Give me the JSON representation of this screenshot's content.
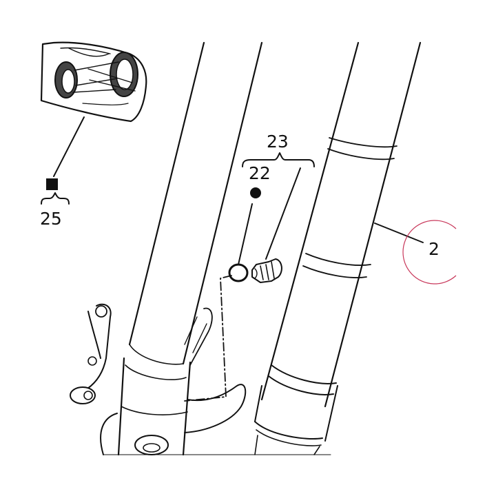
{
  "callouts": [
    {
      "id": "22",
      "text": "22",
      "marker": "filled-circle-bullet"
    },
    {
      "id": "23",
      "text": "23",
      "marker": "bracket"
    },
    {
      "id": "25",
      "text": "25",
      "marker": "filled-square-bullet"
    },
    {
      "id": "2",
      "text": "2",
      "highlight_color": "#c8375a"
    }
  ],
  "colors": {
    "line": "#111111",
    "background": "#ffffff",
    "highlight_circle": "#c8375a"
  }
}
